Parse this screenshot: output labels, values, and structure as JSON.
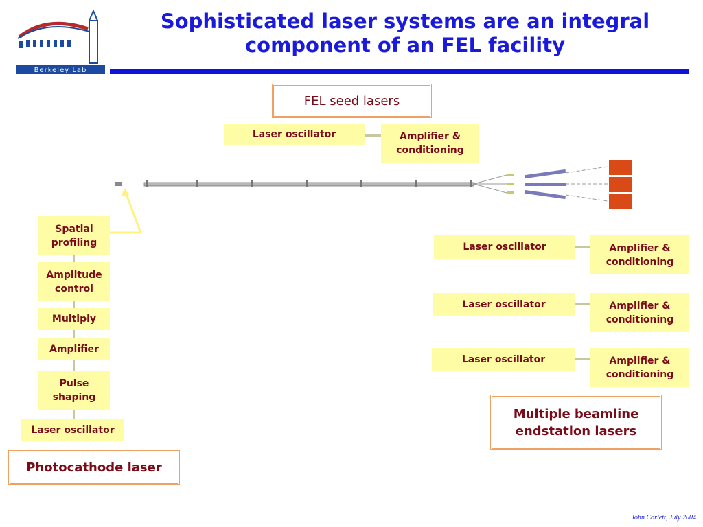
{
  "title": "Sophisticated laser systems are an integral component of an FEL facility",
  "logo": {
    "text": "Berkeley Lab"
  },
  "seed": {
    "heading": "FEL seed lasers",
    "oscillator": "Laser oscillator",
    "amplifier": "Amplifier & conditioning"
  },
  "photocathode": {
    "heading": "Photocathode laser",
    "stages": [
      "Spatial profiling",
      "Amplitude control",
      "Multiply",
      "Amplifier",
      "Pulse shaping",
      "Laser oscillator"
    ]
  },
  "endstation": {
    "heading": "Multiple beamline endstation lasers",
    "rows": [
      {
        "oscillator": "Laser oscillator",
        "amplifier": "Amplifier & conditioning"
      },
      {
        "oscillator": "Laser oscillator",
        "amplifier": "Amplifier & conditioning"
      },
      {
        "oscillator": "Laser oscillator",
        "amplifier": "Amplifier & conditioning"
      }
    ]
  },
  "footer": "John Corlett,  July 2004",
  "colors": {
    "title": "#1a1adc",
    "box_fill": "#fffca6",
    "box_text": "#7a0b18",
    "frame": "#f0a060",
    "endstation": "#d94a16"
  }
}
